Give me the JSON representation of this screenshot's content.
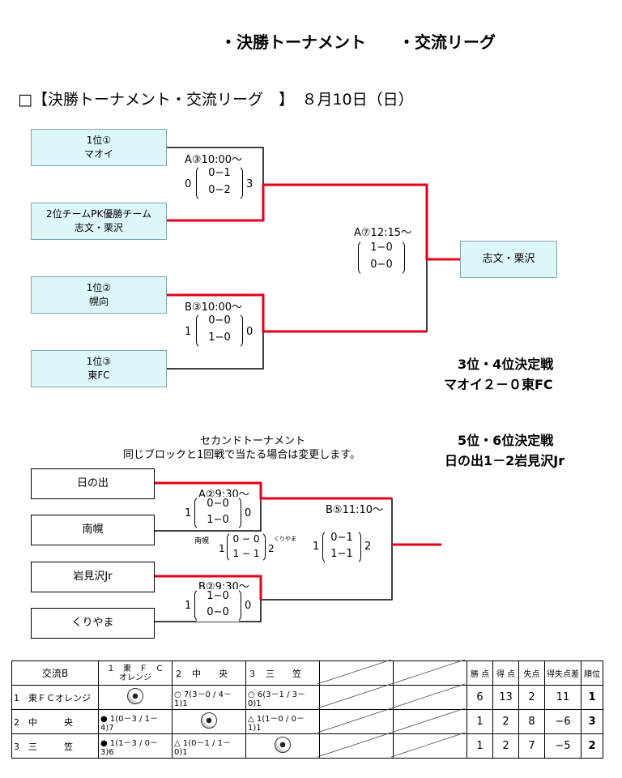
{
  "header": {
    "top_title": "・決勝トーナメント　　・交流リーグ",
    "section_title": "□【決勝トーナメント・交流リーグ　】　８月10日（日）"
  },
  "final": {
    "teams": [
      {
        "rank": "1位①",
        "name": "マオイ"
      },
      {
        "rank": "2位チームPK優勝チーム",
        "name": "志文・栗沢"
      },
      {
        "rank": "1位②",
        "name": "幌向"
      },
      {
        "rank": "1位③",
        "name": "東FC"
      }
    ],
    "matchA": {
      "label": "A③10:00〜",
      "left": "0",
      "right": "3",
      "s1": "0−1",
      "s2": "0−2"
    },
    "matchB": {
      "label": "B③10:00〜",
      "left": "1",
      "right": "0",
      "s1": "0−0",
      "s2": "1−0"
    },
    "matchFinal": {
      "label": "A⑦12:15〜",
      "s1": "1−0",
      "s2": "0−0"
    },
    "champion": "志文・栗沢"
  },
  "third_place": {
    "title": "3位・4位決定戦",
    "result": "マオイ２－０東FC"
  },
  "fifth_place": {
    "title": "5位・6位決定戦",
    "result": "日の出1－2岩見沢Jr"
  },
  "second": {
    "title": "セカンドトーナメント",
    "note": "同じブロックと1回戦で当たる場合は変更します。",
    "teams": [
      "日の出",
      "南幌",
      "岩見沢Jr",
      "くりやま"
    ],
    "matchA": {
      "label": "A②9:30〜",
      "left": "1",
      "right": "0",
      "s1": "0−0",
      "s2": "1−0"
    },
    "matchB": {
      "label": "B②9:30〜",
      "left": "1",
      "right": "0",
      "s1": "1−0",
      "s2": "0−0"
    },
    "matchMid": {
      "label": "B⑤11:10〜",
      "left": "1",
      "right": "2",
      "s1": "0−1",
      "s2": "1−1"
    },
    "extra": {
      "t1": "南幌",
      "t2": "くりやま",
      "left": "1",
      "right": "2",
      "s1": "0 − 0",
      "s2": "1 − 1"
    }
  },
  "league": {
    "title": "交流B",
    "col_heads": [
      "１　東　Ｆ　Ｃ　オレンジ",
      "２　中　　央",
      "３　三　　笠"
    ],
    "stat_heads": [
      "勝 点",
      "得 点",
      "失点",
      "得失点差",
      "順位"
    ],
    "rows": [
      {
        "name": "1　東ＦＣオレンジ",
        "stats": [
          "6",
          "13",
          "2",
          "11",
          "1"
        ]
      },
      {
        "name": "2　中　　　央",
        "stats": [
          "1",
          "2",
          "8",
          "−6",
          "3"
        ]
      },
      {
        "name": "3　三　　　笠",
        "stats": [
          "1",
          "2",
          "7",
          "−5",
          "2"
        ]
      }
    ]
  }
}
